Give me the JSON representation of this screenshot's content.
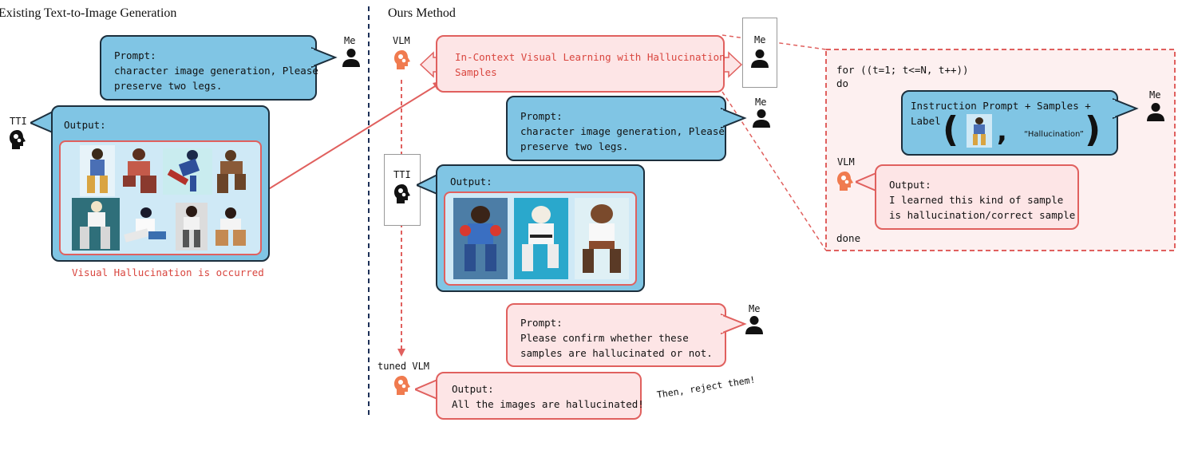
{
  "left": {
    "heading": "Existing Text-to-Image Generation",
    "me_label": "Me",
    "tti_label": "TTI",
    "prompt_lines": [
      "Prompt:",
      "character image generation, Please",
      "preserve two legs."
    ],
    "output_label": "Output:",
    "hallucination_note": "Visual Hallucination is occurred"
  },
  "right": {
    "heading": "Ours Method",
    "vlm_label": "VLM",
    "me_label": "Me",
    "icl_lines": [
      "In-Context Visual Learning with Hallucination",
      "Samples"
    ],
    "prompt1_lines": [
      "Prompt:",
      "character image generation, Please",
      "preserve two legs."
    ],
    "tti_label": "TTI",
    "output_label": "Output:",
    "prompt2_lines": [
      "Prompt:",
      "Please confirm whether these",
      "samples are hallucinated or not."
    ],
    "tuned_vlm_label": "tuned VLM",
    "final_output_lines": [
      "Output:",
      "All the images are hallucinated!"
    ],
    "reject_note": "Then, reject them!"
  },
  "loop": {
    "for_line": "for ((t=1; t<=N, t++))",
    "do_line": "do",
    "instruction_lines": [
      "Instruction Prompt + Samples +",
      "Label"
    ],
    "label_text": "“Hallucination”",
    "me_label": "Me",
    "vlm_label": "VLM",
    "vlm_output_lines": [
      "Output:",
      "I learned this kind of sample",
      "is hallucination/correct sample"
    ],
    "done_line": "done"
  },
  "colors": {
    "bubble_blue": "#80c5e4",
    "bubble_pink": "#fde5e6",
    "accent_red": "#e0605e",
    "dark_navy": "#1c2f3d",
    "vlm_orange": "#f07b4f"
  },
  "icons": {
    "person": "person-icon",
    "tti": "head-gears-icon",
    "vlm": "orange-head-gears-icon"
  }
}
